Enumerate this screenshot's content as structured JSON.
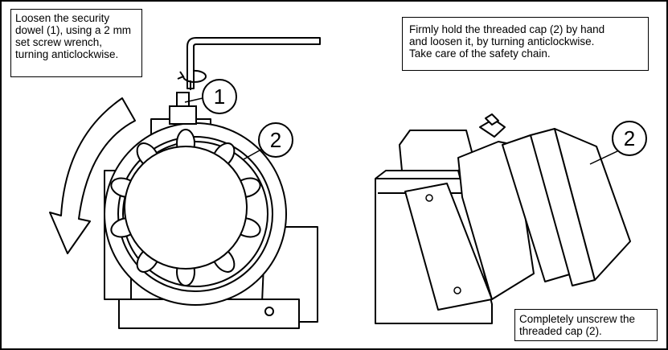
{
  "instructions": {
    "step_1": [
      "Loosen the security",
      "dowel (1), using a 2 mm",
      "set screw wrench,",
      "turning anticlockwise."
    ],
    "step_2": [
      "Firmly hold the threaded cap (2) by hand",
      "and loosen it, by turning anticlockwise.",
      "Take care of the safety chain."
    ],
    "step_3": [
      "Completely unscrew the",
      "threaded cap (2)."
    ]
  },
  "labels": {
    "dowel_number": "1",
    "cap_number_left": "2",
    "cap_number_right": "2"
  }
}
